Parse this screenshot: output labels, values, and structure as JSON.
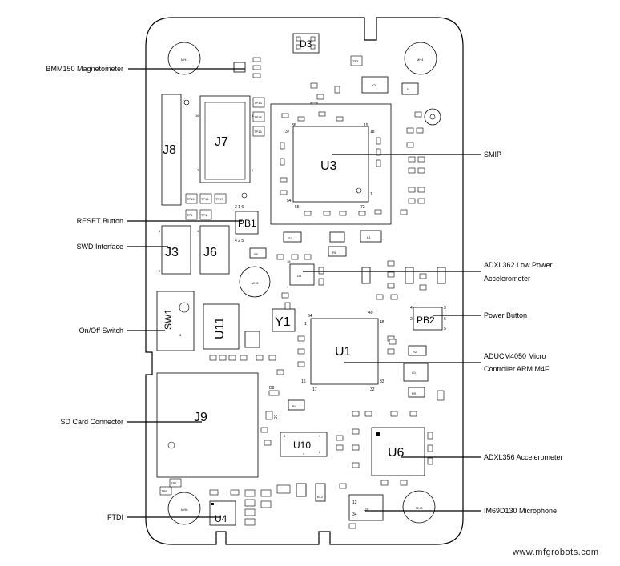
{
  "board_designators": {
    "J7": "J7",
    "J8": "J8",
    "U3": "U3",
    "PB1": "PB1",
    "J3": "J3",
    "J6": "J6",
    "SW1": "SW1",
    "U11": "U11",
    "Y1": "Y1",
    "U1": "U1",
    "PB2": "PB2",
    "J9": "J9",
    "U10": "U10",
    "U6": "U6",
    "U9": "U9",
    "U4": "U4",
    "U5": "U5",
    "D3": "D3",
    "MH1": "MH1",
    "MH4": "MH4",
    "MH2": "MH2",
    "MH6": "MH6",
    "MH3": "MH3",
    "C1": "C1",
    "D7": "D7",
    "D8": "D8",
    "R4": "R4",
    "S6": "S6",
    "S7": "S7",
    "R8": "R8",
    "L1": "L1",
    "D12": "D12",
    "D13": "D13",
    "TP3": "TP3",
    "J4": "J4",
    "Y2": "Y2",
    "B4": "B4",
    "B12": "B12",
    "R2": "R2",
    "R9": "R9",
    "TP6": "TP6",
    "TP7": "TP7"
  },
  "small_marks": {
    "tp15": "TP15",
    "tp16": "TP16",
    "tp18": "TP18",
    "tp19": "TP19",
    "tp13": "TP13",
    "tp14": "TP14",
    "tp17": "TP17",
    "tp1": "TP1",
    "tp9": "TP9",
    "tp10": "TP10"
  },
  "pin_numbers": {
    "u3_36": "36",
    "u3_37": "37",
    "u3_19": "19",
    "u3_18": "18",
    "u3_54": "54",
    "u3_55": "55",
    "u3_72": "72",
    "u3_1": "1",
    "pb1_top": "3  1  6",
    "pb1_bot": "4  2  5",
    "pb2_4": "4",
    "pb2_3": "3",
    "pb2_2": "2",
    "pb2_6": "6",
    "pb2_5": "5",
    "u1_64": "64",
    "u1_49": "49",
    "u1_1": "1",
    "u1_48": "48",
    "u1_16": "16",
    "u1_17": "17",
    "u1_32": "32",
    "u1_33": "33",
    "u9_12": "12",
    "u9_34": "34",
    "u10_3": "3",
    "u10_1": "1",
    "u10_4": "4",
    "u10_6": "6",
    "j7_16": "16",
    "j7_2": "2",
    "j7_1": "1",
    "j7_15": "15",
    "j8_1": "1",
    "j3_1": "1",
    "j3_2": "2",
    "j6_1": "1",
    "sw1_3": "3",
    "u5_16": "16",
    "u5_1": "1"
  },
  "annotations": {
    "left": [
      "BMM150 Magnetometer",
      "RESET Button",
      "SWD Interface",
      "On/Off Switch",
      "SD Card Connector",
      "FTDI"
    ],
    "right": [
      "SMIP",
      "ADXL362 Low Power",
      "Accelerometer",
      "Power Button",
      "ADUCM4050 Micro",
      "Controller ARM M4F",
      "ADXL356 Accelerometer",
      "IM69D130 Microphone"
    ]
  },
  "watermark": "www.mfgrobots.com"
}
